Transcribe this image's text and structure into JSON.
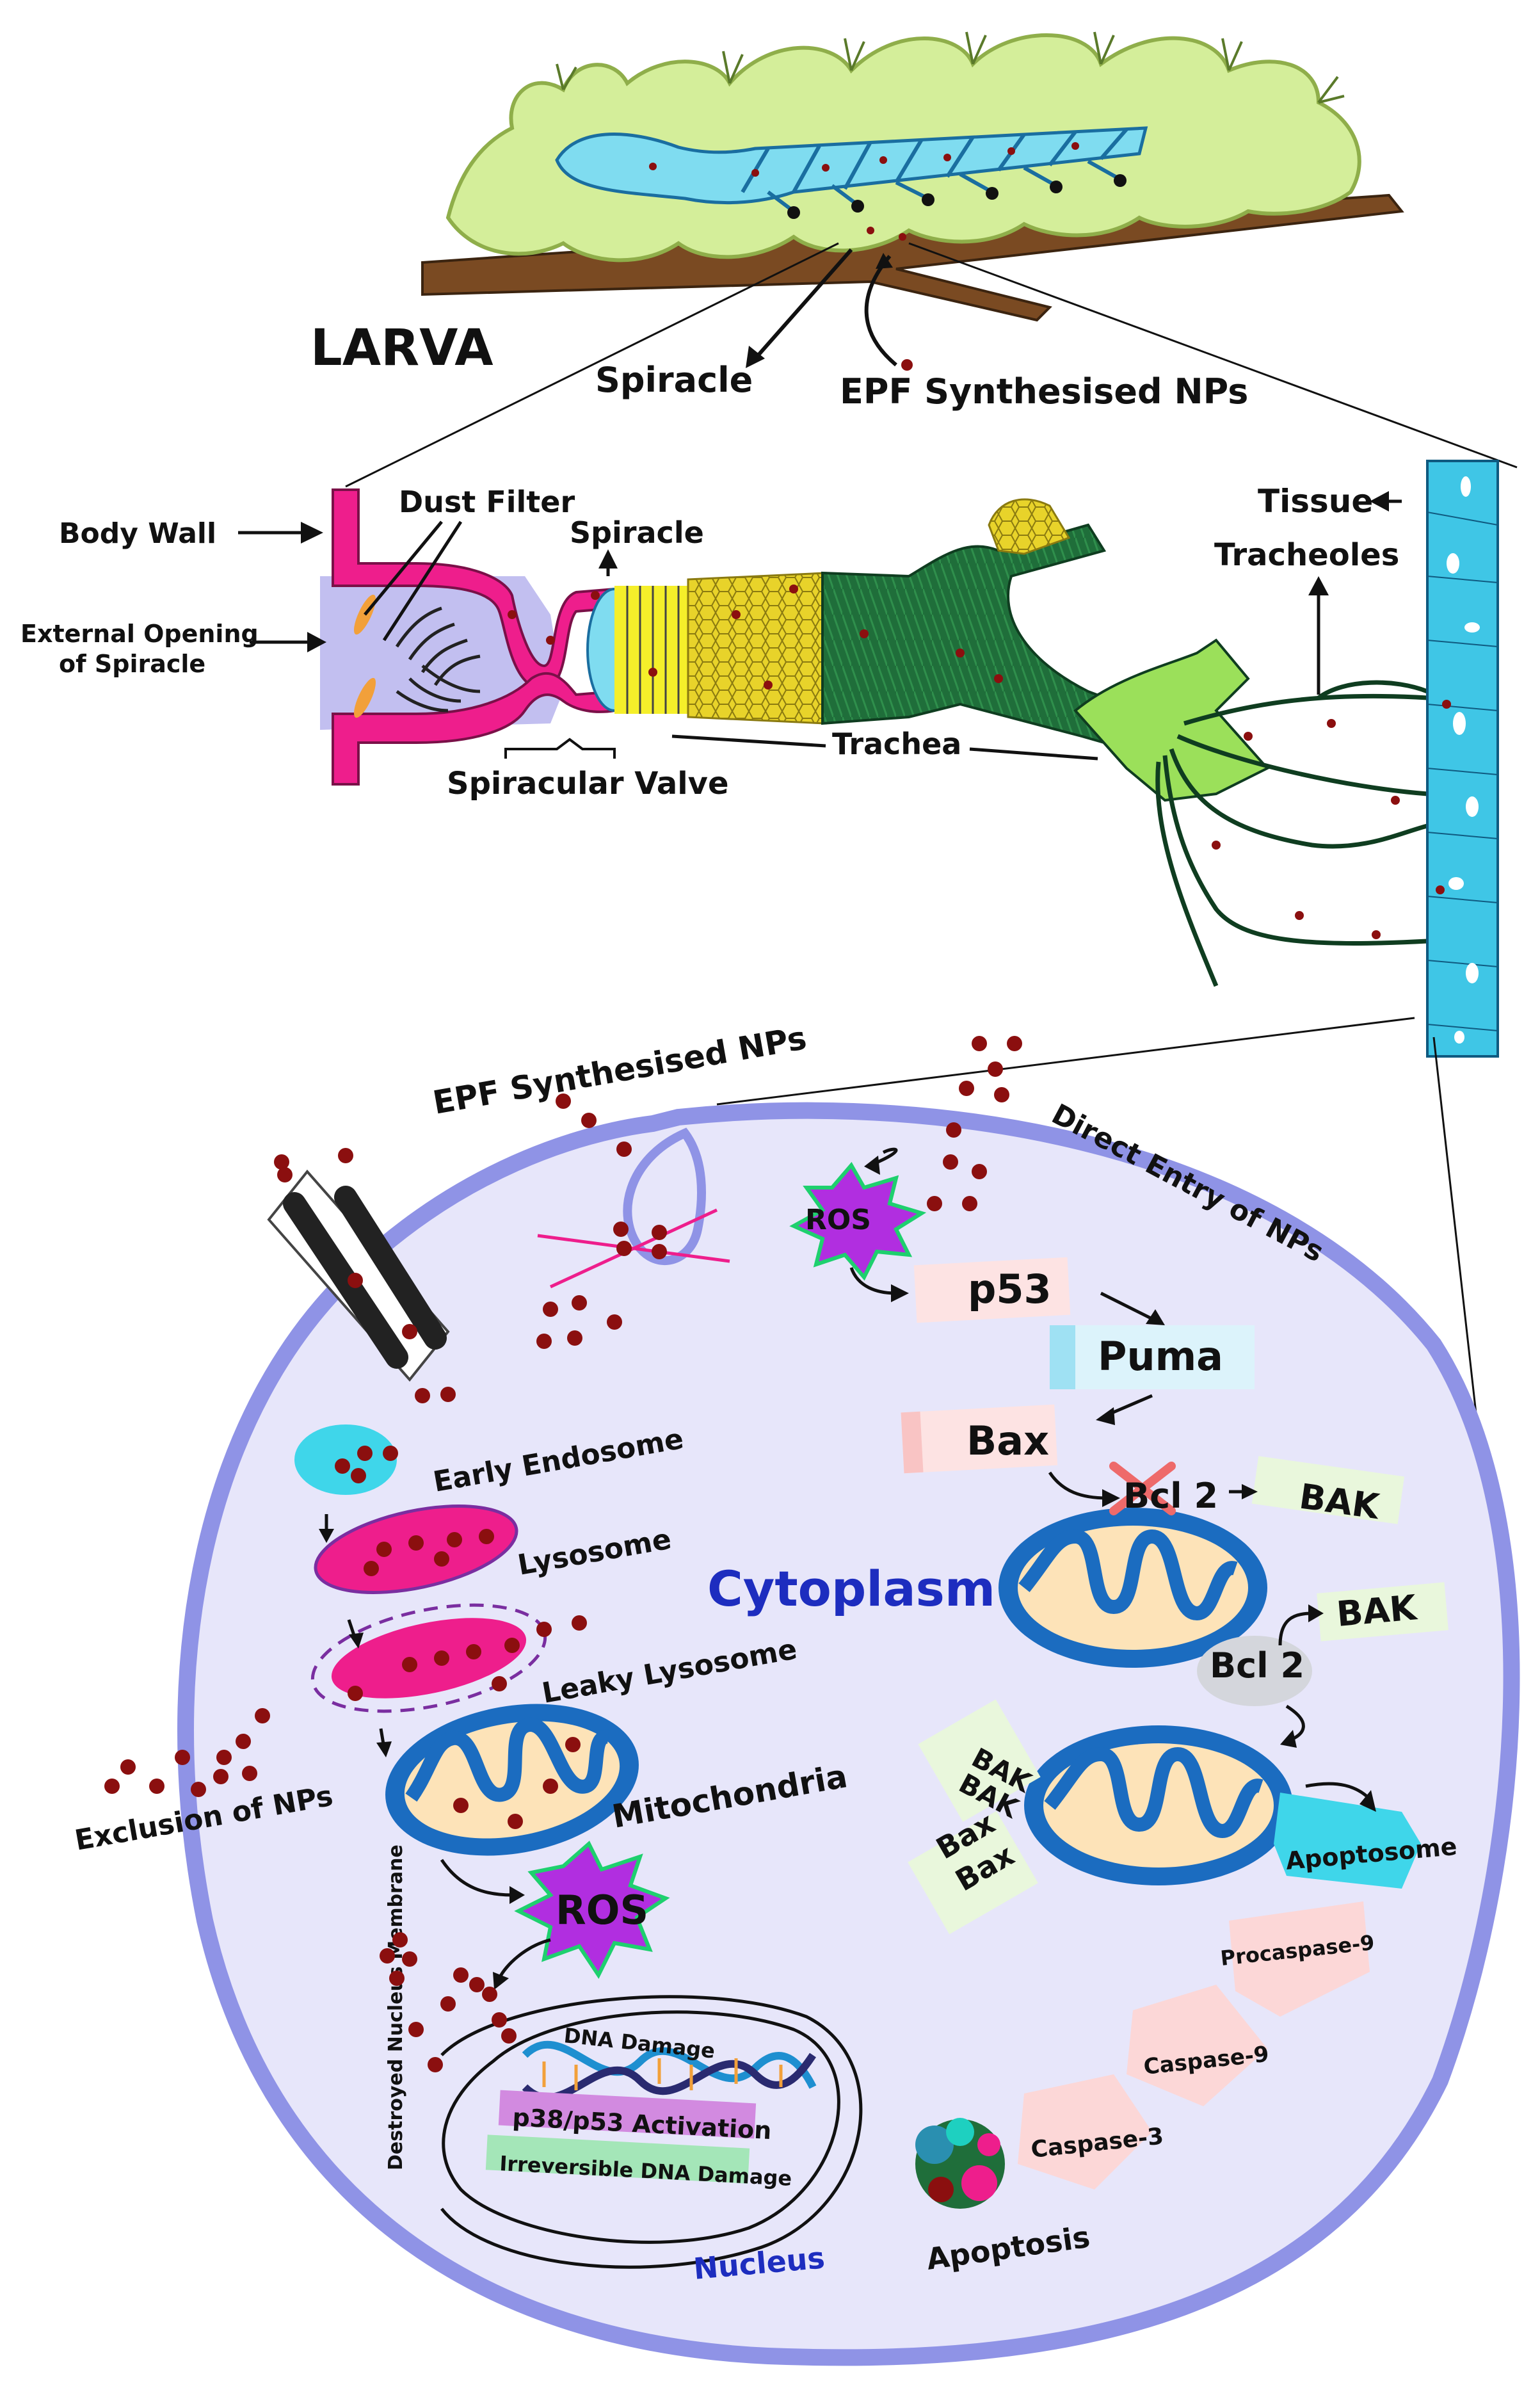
{
  "larva": {
    "title": "LARVA",
    "spiracle_label": "Spiracle",
    "nps_label": "EPF Synthesised NPs"
  },
  "spiracle_section": {
    "body_wall": "Body Wall",
    "dust_filter": "Dust Filter",
    "spiracle": "Spiracle",
    "external_opening_line1": "External Opening",
    "external_opening_line2": "of Spiracle",
    "spiracular_valve": "Spiracular Valve",
    "trachea": "Trachea",
    "tissue": "Tissue",
    "tracheoles": "Tracheoles"
  },
  "cell": {
    "nps_label": "EPF Synthesised NPs",
    "direct_entry": "Direct Entry of NPs",
    "ros_top": "ROS",
    "p53": "p53",
    "puma": "Puma",
    "bax": "Bax",
    "bcl2_a": "Bcl 2",
    "bak_a": "BAK",
    "bak_b": "BAK",
    "bcl2_b": "Bcl 2",
    "bak_bak_1": "BAK",
    "bak_bak_2": "BAK",
    "bax_bax_1": "Bax",
    "bax_bax_2": "Bax",
    "cytoplasm": "Cytoplasm",
    "early_endosome": "Early Endosome",
    "lysosome": "Lysosome",
    "leaky_lysosome": "Leaky  Lysosome",
    "mitochondria": "Mitochondria",
    "exclusion": "Exclusion of NPs",
    "ros_bottom": "ROS",
    "destroyed_nucleus": "Destroyed Nucleus Membrane",
    "dna_damage": "DNA Damage",
    "p38_activation": "p38/p53  Activation",
    "irreversible": "Irreversible DNA Damage",
    "nucleus": "Nucleus",
    "apoptosome": "Apoptosome",
    "procaspase9": "Procaspase-9",
    "caspase9": "Caspase-9",
    "caspase3": "Caspase-3",
    "apoptosis": "Apoptosis"
  },
  "colors": {
    "larva_green": "#d4ee9a",
    "trachea_cyan": "#7fdcf0",
    "branch_brown": "#7a4a22",
    "body_wall_pink": "#ee1e8c",
    "chamber_lavender": "#c2bff0",
    "trachea_dark_green": "#1f6e3a",
    "tissue_cyan": "#3fc6e6",
    "cell_fill": "#e7e6fa",
    "cell_border": "#8f93e6",
    "np_red": "#8b0f0f",
    "ros_purple": "#b12ee0",
    "lysosome_pink": "#ee1e8c",
    "mito_blue": "#1b6cc0",
    "mito_inner": "#fde3b8",
    "cytoplasm_blue": "#1d2dbf"
  }
}
